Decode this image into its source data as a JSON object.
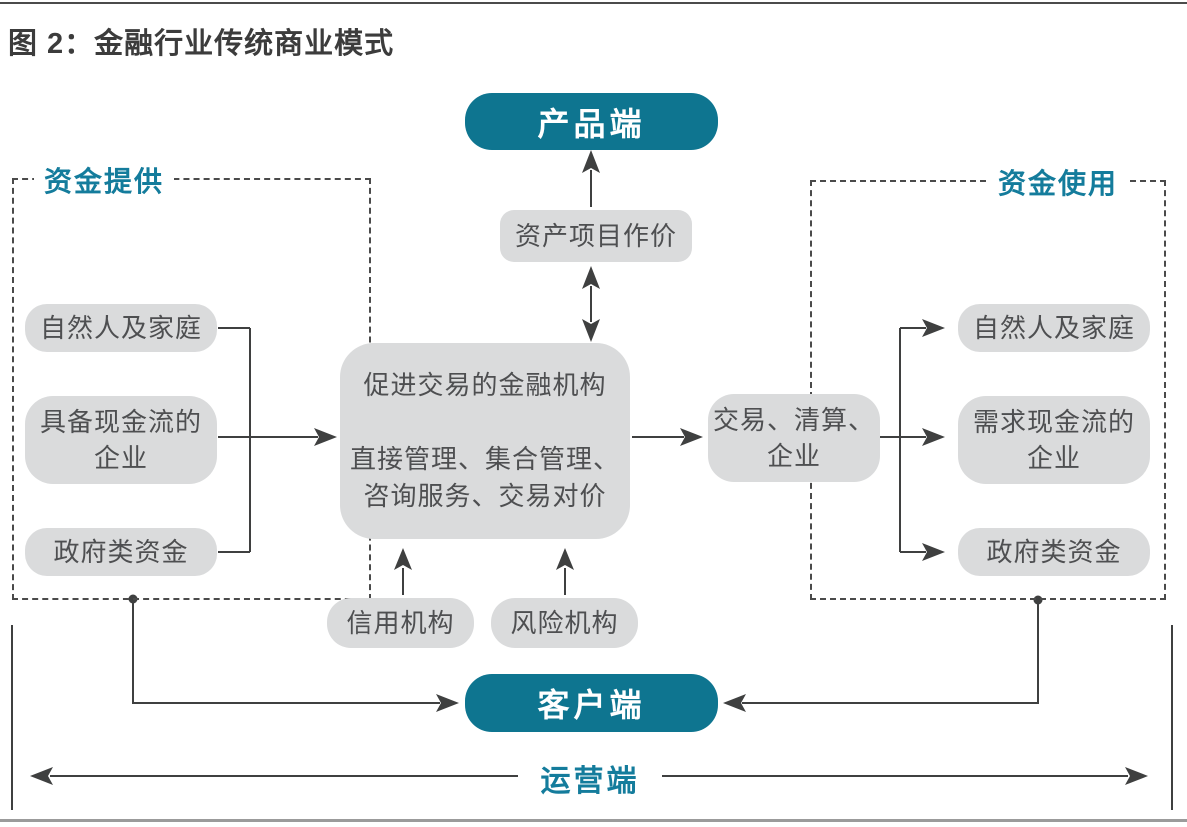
{
  "title": "图 2：金融行业传统商业模式",
  "colors": {
    "teal": "#0e7590",
    "teal_text": "#147c9c",
    "box_gray": "#dadbdc",
    "box_text": "#4e4f51",
    "line": "#3f4040"
  },
  "product_node": {
    "label": "产品端"
  },
  "asset_pricing_node": {
    "label": "资产项目作价"
  },
  "center_node": {
    "line1": "促进交易的金融机构",
    "line2": "直接管理、集合管理、",
    "line3": "咨询服务、交易对价"
  },
  "clearing_node": {
    "line1": "交易、清算、",
    "line2": "企业"
  },
  "credit_node": {
    "label": "信用机构"
  },
  "risk_node": {
    "label": "风险机构"
  },
  "client_node": {
    "label": "客户端"
  },
  "operations_node": {
    "label": "运营端"
  },
  "funding_supply": {
    "label": "资金提供",
    "item1": {
      "label": "自然人及家庭"
    },
    "item2": {
      "line1": "具备现金流的",
      "line2": "企业"
    },
    "item3": {
      "label": "政府类资金"
    }
  },
  "funding_use": {
    "label": "资金使用",
    "item1": {
      "label": "自然人及家庭"
    },
    "item2": {
      "line1": "需求现金流的",
      "line2": "企业"
    },
    "item3": {
      "label": "政府类资金"
    }
  }
}
